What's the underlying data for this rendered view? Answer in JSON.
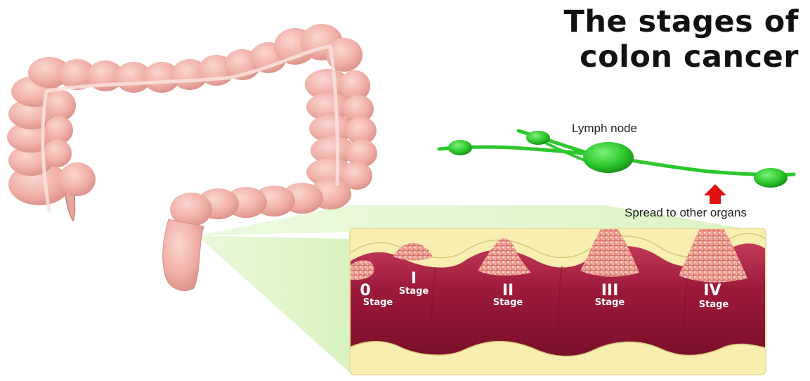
{
  "title": {
    "line1": "The stages of",
    "line2": "colon cancer"
  },
  "labels": {
    "lymph_node": "Lymph node",
    "spread": "Spread to other organs"
  },
  "stages": [
    {
      "numeral": "0",
      "word": "Stage"
    },
    {
      "numeral": "I",
      "word": "Stage"
    },
    {
      "numeral": "II",
      "word": "Stage"
    },
    {
      "numeral": "III",
      "word": "Stage"
    },
    {
      "numeral": "IV",
      "word": "Stage"
    }
  ],
  "colors": {
    "colon": "#f2b5ae",
    "colon_shadow": "#d98f87",
    "lymph": "#2cc72c",
    "arrow": "#e01010",
    "zoom_wedge": "#dff5c8",
    "wall": "#9e1a3a",
    "lining": "#f7eeb0",
    "tumor": "#e88c80"
  }
}
